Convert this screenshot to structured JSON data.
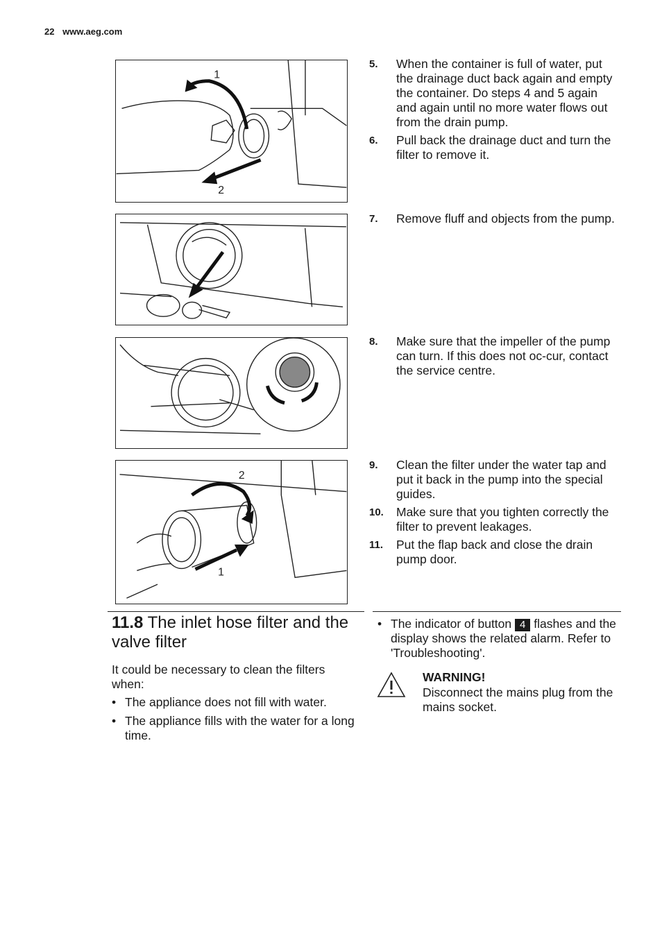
{
  "header": {
    "page_number": "22",
    "site": "www.aeg.com"
  },
  "figures": [
    {
      "labels": [
        "1",
        "2"
      ]
    },
    {
      "labels": []
    },
    {
      "labels": []
    },
    {
      "labels": [
        "2",
        "1"
      ]
    }
  ],
  "steps": [
    {
      "num": "5.",
      "text": "When the container is full of water, put the drainage duct back again and empty the container. Do steps 4 and 5 again and again until no more water flows out from the drain pump."
    },
    {
      "num": "6.",
      "text": "Pull back the drainage duct and turn the filter to remove it."
    },
    {
      "num": "7.",
      "text": "Remove fluff and objects from the pump."
    },
    {
      "num": "8.",
      "text": "Make sure that the impeller of the pump can turn. If this does not oc-cur, contact the service centre."
    },
    {
      "num": "9.",
      "text": "Clean the filter under the water tap and put it back in the pump into the special guides."
    },
    {
      "num": "10.",
      "text": "Make sure that you tighten correctly the filter to prevent leakages."
    },
    {
      "num": "11.",
      "text": "Put the flap back and close the drain pump door."
    }
  ],
  "section": {
    "number": "11.8",
    "title": "The inlet hose filter and the valve filter",
    "intro": "It could be necessary to clean the filters when:",
    "bullets": [
      "The appliance does not fill with water.",
      "The appliance fills with the water for a long time."
    ],
    "right_bullet": {
      "before": "The indicator of button ",
      "button_label": "4",
      "after": " flashes and the display shows the related alarm. Refer to 'Troubleshooting'."
    },
    "warning": {
      "title": "WARNING!",
      "text": "Disconnect the mains plug from the mains socket."
    }
  },
  "bullet_symbol": "•",
  "colors": {
    "text": "#1a1a1a",
    "line": "#222222"
  }
}
